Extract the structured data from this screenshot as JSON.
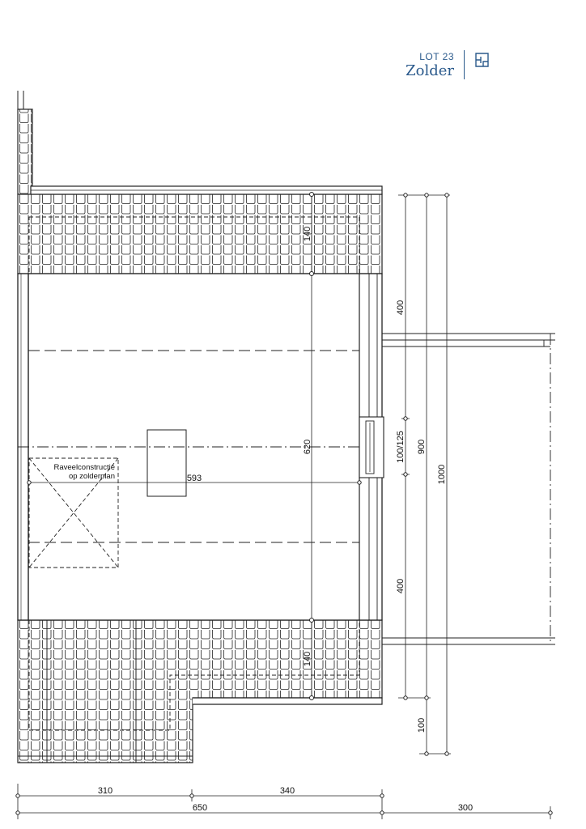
{
  "header": {
    "lot": "LOT 23",
    "title": "Zolder",
    "icon": "floorplan-icon",
    "color": "#2b5a8c"
  },
  "dimensions": {
    "vertical_inner_top": "140",
    "vertical_inner_bottom": "140",
    "vertical_middle": "620",
    "horizontal_middle": "593",
    "right_upper": "400",
    "right_window": "100/125",
    "right_lower": "400",
    "right_total": "900",
    "right_overall": "1000",
    "right_extra": "100",
    "bottom_left": "310",
    "bottom_right": "340",
    "bottom_total": "650",
    "bottom_outside": "300"
  },
  "annotation": {
    "line1": "Raveelconstructie",
    "line2": "op zolderplan"
  }
}
